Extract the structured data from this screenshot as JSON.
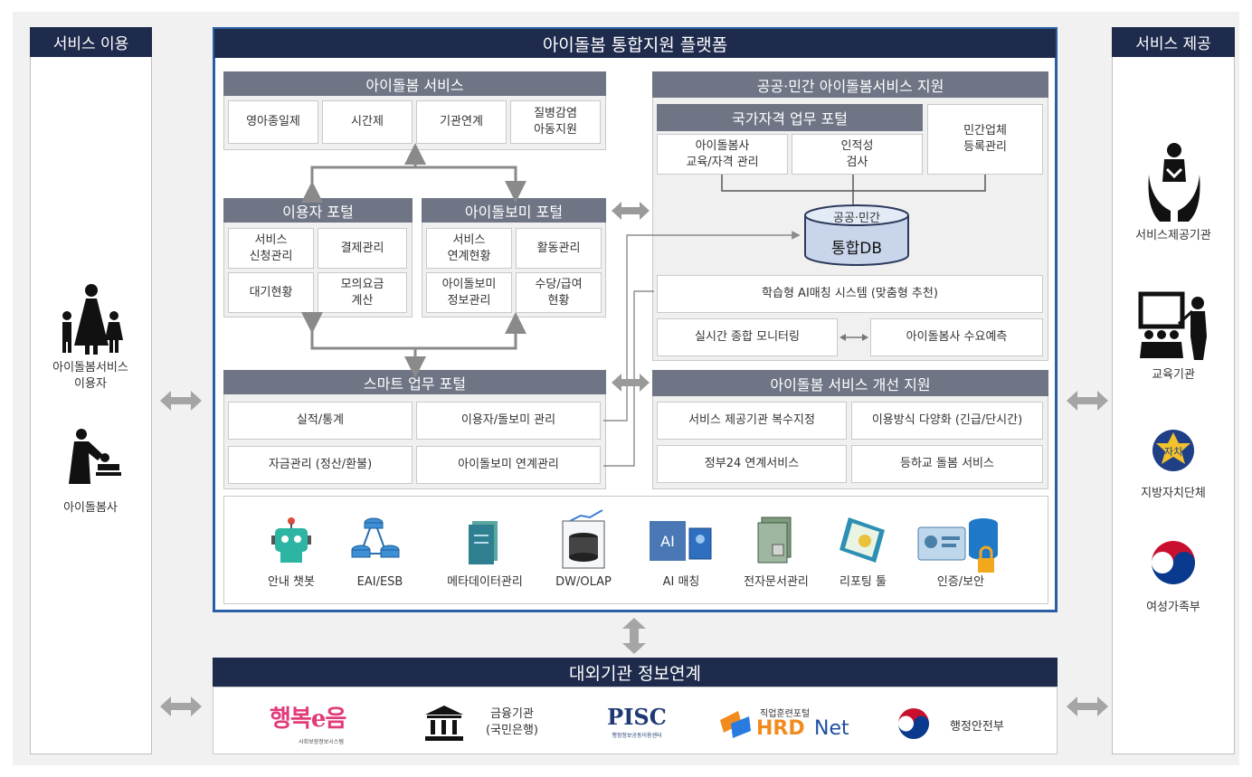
{
  "left": {
    "title": "서비스 이용",
    "user1": "아이돌봄서비스\n이용자",
    "user2": "아이돌봄사"
  },
  "right": {
    "title": "서비스 제공",
    "items": [
      "서비스제공기관",
      "교육기관",
      "지방자치단체",
      "여성가족부"
    ],
    "seal_text": "자치"
  },
  "platform": {
    "title": "아이돌봄 통합지원 플랫폼"
  },
  "service": {
    "title": "아이돌봄 서비스",
    "items": [
      "영아종일제",
      "시간제",
      "기관연계",
      "질병감염\n아동지원"
    ]
  },
  "user_portal": {
    "title": "이용자 포털",
    "items": [
      "서비스\n신청관리",
      "결제관리",
      "대기현황",
      "모의요금\n계산"
    ]
  },
  "carer_portal": {
    "title": "아이돌보미 포털",
    "items": [
      "서비스\n연계현황",
      "활동관리",
      "아이돌보미\n정보관리",
      "수당/급여\n현황"
    ]
  },
  "smart_portal": {
    "title": "스마트 업무 포털",
    "items": [
      "실적/통계",
      "이용자/돌보미 관리",
      "자금관리 (정산/환불)",
      "아이돌보미 연계관리"
    ]
  },
  "public": {
    "title": "공공·민간 아이돌봄서비스 지원",
    "cert_title": "국가자격 업무 포털",
    "cert_items": [
      "아이돌봄사\n교육/자격 관리",
      "인적성\n검사"
    ],
    "private_reg": "민간업체\n등록관리",
    "db_top": "공공·민간",
    "db_main": "통합DB",
    "ai": "학습형 AI매칭 시스템 (맞춤형 추천)",
    "monitor": "실시간 종합 모니터링",
    "forecast": "아이돌봄사 수요예측"
  },
  "improve": {
    "title": "아이돌봄 서비스 개선 지원",
    "items": [
      "서비스 제공기관 복수지정",
      "이용방식 다양화 (긴급/단시간)",
      "정부24 연계서비스",
      "등하교 돌봄 서비스"
    ]
  },
  "infra": {
    "items": [
      "안내 챗봇",
      "EAI/ESB",
      "메타데이터관리",
      "DW/OLAP",
      "AI 매칭",
      "전자문서관리",
      "리포팅 툴",
      "인증/보안"
    ]
  },
  "external": {
    "title": "대외기관 정보연계",
    "logo1_text": "행복e음",
    "logo1_sub": "사회보장정보시스템",
    "bank": "금융기관\n(국민은행)",
    "pisc": "PISC",
    "pisc_sub": "행정정보공동이용센터",
    "hrd_top": "직업훈련포털",
    "hrd_main": "HRD",
    "hrd_net": "Net",
    "mois": "행정안전부"
  },
  "colors": {
    "navy": "#1f2b4d",
    "section_gray": "#6f7585",
    "arrow_gray": "#999999"
  }
}
